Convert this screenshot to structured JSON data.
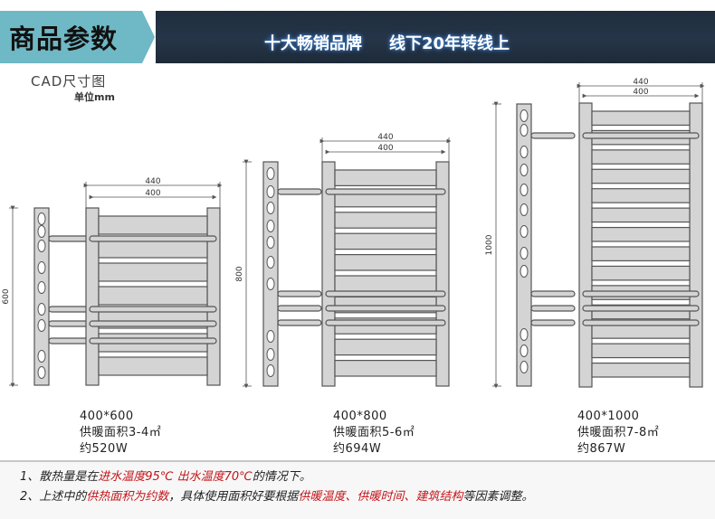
{
  "header": {
    "title": "商品参数",
    "slogan_1": "十大畅销品牌",
    "slogan_2": "线下20年转线上"
  },
  "cad": {
    "title": "CAD尺寸图",
    "unit": "单位mm"
  },
  "products": [
    {
      "size": "400*600",
      "area": "供暖面积3-4㎡",
      "power": "约520W",
      "dim_outer": "440",
      "dim_inner": "400",
      "height_label": "600"
    },
    {
      "size": "400*800",
      "area": "供暖面积5-6㎡",
      "power": "约694W",
      "dim_outer": "440",
      "dim_inner": "400",
      "height_label": "800"
    },
    {
      "size": "400*1000",
      "area": "供暖面积7-8㎡",
      "power": "约867W",
      "dim_outer": "440",
      "dim_inner": "400",
      "height_label": "1000"
    }
  ],
  "notes": {
    "n1_prefix": "1、散热量是在",
    "n1_red1": "进水温度95℃",
    "n1_space": "  ",
    "n1_red2": "出水温度70℃",
    "n1_suffix": "的情况下。",
    "n2_prefix": "2、上述中的",
    "n2_red1": "供热面积为约数",
    "n2_mid": "，具体使用面积好要根据",
    "n2_red2": "供暖温度、供暖时间、建筑结构",
    "n2_suffix": "等因素调整。"
  },
  "colors": {
    "accent": "#6fb8c6",
    "header_dark": "#263548",
    "note_red": "#c3151b",
    "frame": "#d4d4d4",
    "outline": "#555555"
  }
}
